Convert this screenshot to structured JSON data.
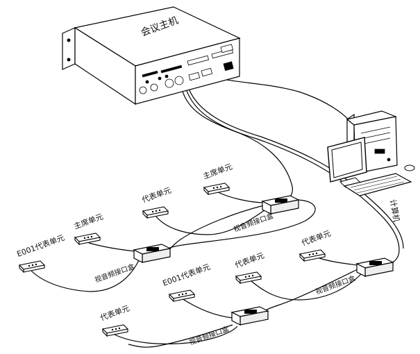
{
  "host": {
    "label": "会议主机"
  },
  "computer": {
    "label": "计算机"
  },
  "boxes": [
    {
      "label": "视音频接口盒"
    },
    {
      "label": "视音频接口盒"
    },
    {
      "label": "视音频接口盒"
    },
    {
      "label": "视音频接口盒"
    }
  ],
  "units": [
    {
      "label": "主席单元"
    },
    {
      "label": "代表单元"
    },
    {
      "label": "主席单元"
    },
    {
      "label": "E001代表单元"
    },
    {
      "label": "代表单元"
    },
    {
      "label": "代表单元"
    },
    {
      "label": "E001代表单元"
    },
    {
      "label": "代表单元"
    }
  ],
  "colors": {
    "line": "#000000",
    "device_fill": "#ffffff",
    "box_fill": "#f2f2f2"
  }
}
